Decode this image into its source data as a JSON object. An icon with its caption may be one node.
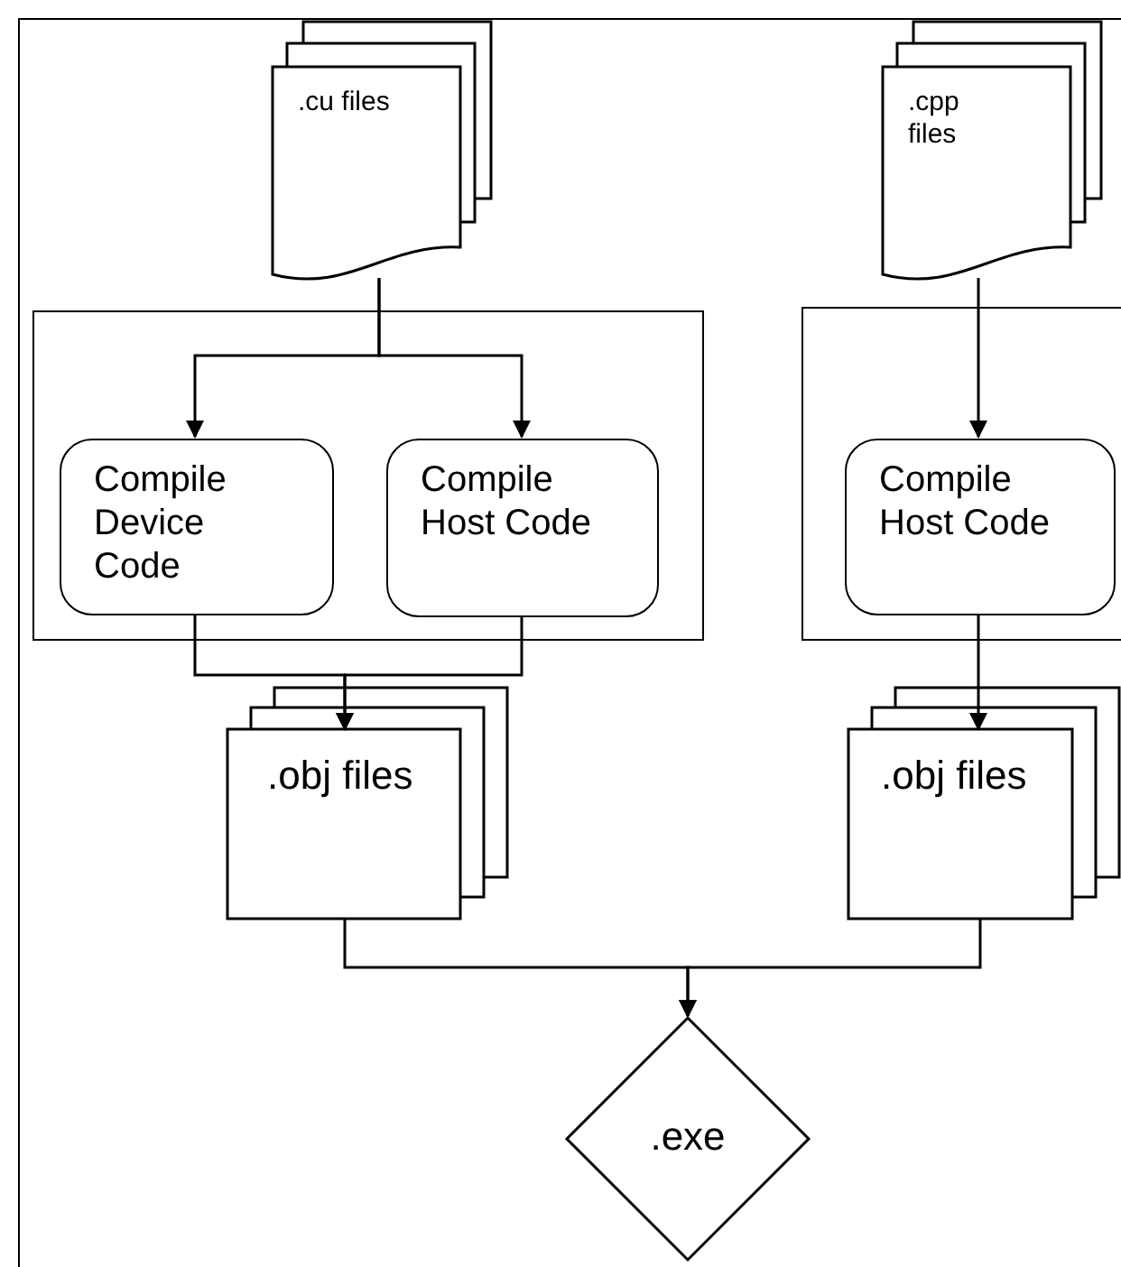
{
  "diagram": {
    "nodes": [
      {
        "text": [
          ".cu files"
        ]
      },
      {
        "text": [
          ".cpp files"
        ]
      },
      {
        "text": [],
        "shape": "box"
      },
      {
        "text": [
          "Compile Device Code"
        ],
        "in": 2
      },
      {
        "text": [
          "Compile Host Code"
        ],
        "in": 2
      },
      {
        "text": [],
        "shape": "box"
      },
      {
        "text": [
          "Compile Host Code"
        ],
        "in": 5
      },
      {
        "text": [
          ".obj files"
        ]
      },
      {
        "text": [
          ".obj files"
        ]
      },
      {
        "text": [
          ".exe"
        ]
      }
    ],
    "edges": [
      {
        "from": 0,
        "to": 3,
        "arrow": "to"
      },
      {
        "from": 0,
        "to": 4,
        "arrow": "to"
      },
      {
        "from": 1,
        "to": 6,
        "arrow": "to"
      },
      {
        "from": 3,
        "to": 7,
        "arrow": "to"
      },
      {
        "from": 4,
        "to": 7,
        "arrow": "to"
      },
      {
        "from": 6,
        "to": 8,
        "arrow": "to"
      },
      {
        "from": 7,
        "to": 9,
        "arrow": "to"
      },
      {
        "from": 8,
        "to": 9,
        "arrow": "to"
      }
    ]
  }
}
